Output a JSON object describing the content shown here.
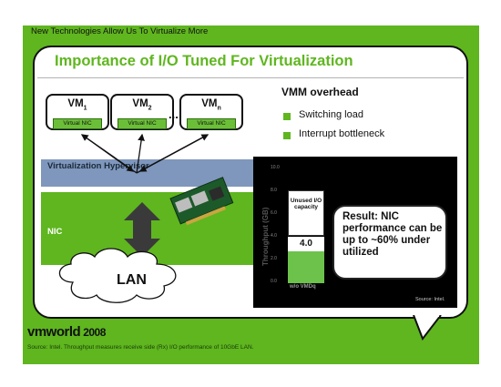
{
  "header": {
    "text": "New Technologies Allow Us To Virtualize More"
  },
  "title": "Importance of I/O Tuned For Virtualization",
  "diagram": {
    "vms": [
      {
        "name": "VM",
        "sub": "1",
        "nic": "Virtual NIC"
      },
      {
        "name": "VM",
        "sub": "2",
        "nic": "Virtual NIC"
      },
      {
        "name": "VM",
        "sub": "n",
        "nic": "Virtual NIC"
      }
    ],
    "ellipsis": "...",
    "hypervisor_label": "Virtualization Hypervisor",
    "nic_label": "NIC",
    "lan_label": "LAN"
  },
  "vmm": {
    "title": "VMM overhead",
    "bullets": [
      "Switching load",
      "Interrupt bottleneck"
    ]
  },
  "chart_data": {
    "type": "bar",
    "ylabel": "Throughput (GB)",
    "ylim": [
      0,
      10
    ],
    "yticks": [
      "10.0",
      "8.0",
      "6.0",
      "4.0",
      "2.0",
      "0.0"
    ],
    "categories": [
      "w/o VMDq"
    ],
    "values": [
      4.0
    ],
    "value_label": "4.0",
    "unused_label": "Unused I/O capacity",
    "callout": "Result: NIC performance can be up to ~60% under utilized",
    "source": "Source:  Intel."
  },
  "logo": {
    "brand": "vmworld",
    "year": "2008"
  },
  "footer": "Source:  Intel.  Throughput measures receive side (Rx) I/O performance of 10GbE LAN.",
  "colors": {
    "green": "#5fb61f",
    "hypervisor": "#7f97bc",
    "bar": "#6cc24a"
  }
}
